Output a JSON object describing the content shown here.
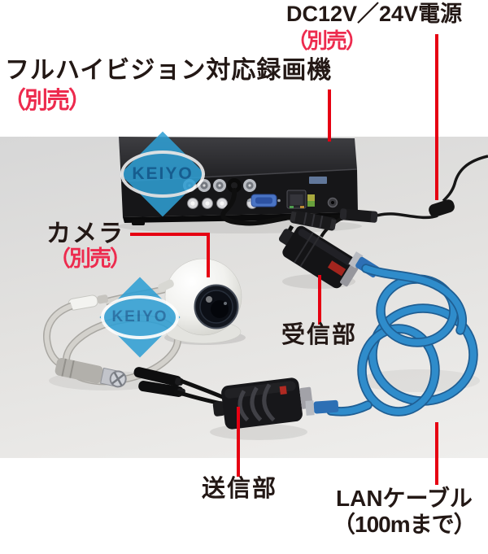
{
  "annotations": {
    "power": {
      "title": "DC12V／24V電源",
      "note": "（別売）"
    },
    "recorder": {
      "title": "フルハイビジョン対応録画機",
      "note": "（別売）"
    },
    "camera": {
      "title": "カメラ",
      "note": "（別売）"
    },
    "receiver": {
      "title": "受信部"
    },
    "transmitter": {
      "title": "送信部"
    },
    "lan": {
      "title": "LANケーブル",
      "note": "（100mまで）"
    }
  },
  "watermark": {
    "text": "KEIYO"
  },
  "colors": {
    "label_black": "#231815",
    "label_red": "#ed2b4e",
    "pointer_red": "#e60012",
    "lan_cable_blue": "#2f8ccb",
    "watermark_blue": "#2f9fd4"
  }
}
